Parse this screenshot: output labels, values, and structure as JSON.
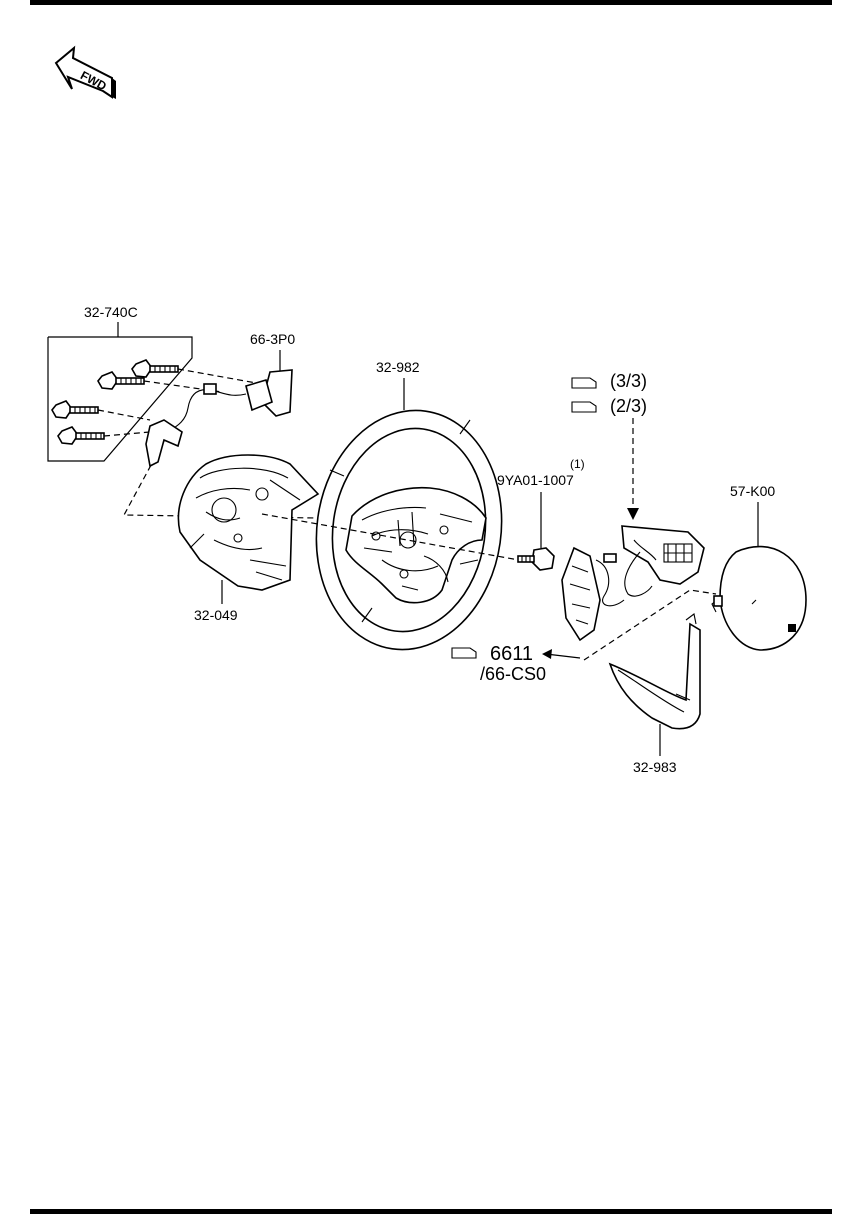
{
  "fwd_label": "FWD",
  "callouts": {
    "bolts": "32-740C",
    "switch_small": "66-3P0",
    "wheel": "32-982",
    "cover_rear": "32-049",
    "bolt_qty": "(1)",
    "bolt_part": "9YA01-1007",
    "ref_3_3": "(3/3)",
    "ref_2_3": "(2/3)",
    "airbag": "57-K00",
    "ref_6611": "6611",
    "ref_66cs0": "/66-CS0",
    "garnish": "32-983"
  },
  "icons": {
    "fwd": "fwd-arrow-icon",
    "reference": "page-reference-icon"
  }
}
